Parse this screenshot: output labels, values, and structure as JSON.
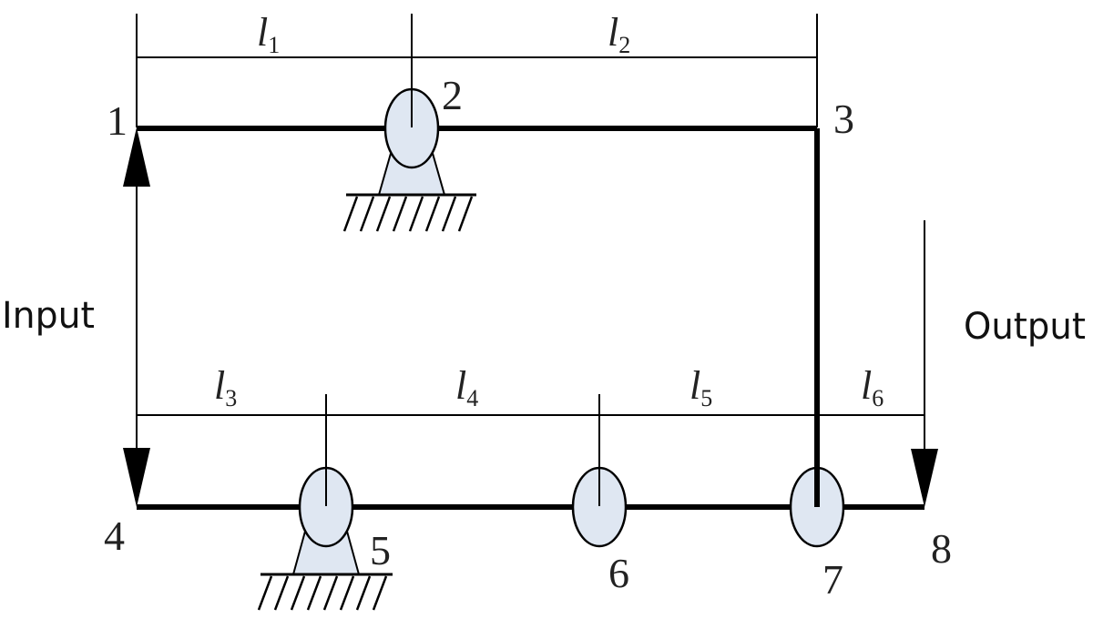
{
  "labels": {
    "input": "Input",
    "output": "Output"
  },
  "nodes": [
    {
      "id": "1",
      "label": "1"
    },
    {
      "id": "2",
      "label": "2"
    },
    {
      "id": "3",
      "label": "3"
    },
    {
      "id": "4",
      "label": "4"
    },
    {
      "id": "5",
      "label": "5"
    },
    {
      "id": "6",
      "label": "6"
    },
    {
      "id": "7",
      "label": "7"
    },
    {
      "id": "8",
      "label": "8"
    }
  ],
  "lengths": [
    {
      "base": "l",
      "sub": "1"
    },
    {
      "base": "l",
      "sub": "2"
    },
    {
      "base": "l",
      "sub": "3"
    },
    {
      "base": "l",
      "sub": "4"
    },
    {
      "base": "l",
      "sub": "5"
    },
    {
      "base": "l",
      "sub": "6"
    }
  ],
  "colors": {
    "stroke": "#000000",
    "joint_fill": "#dfe7f2",
    "text": "#222222"
  }
}
